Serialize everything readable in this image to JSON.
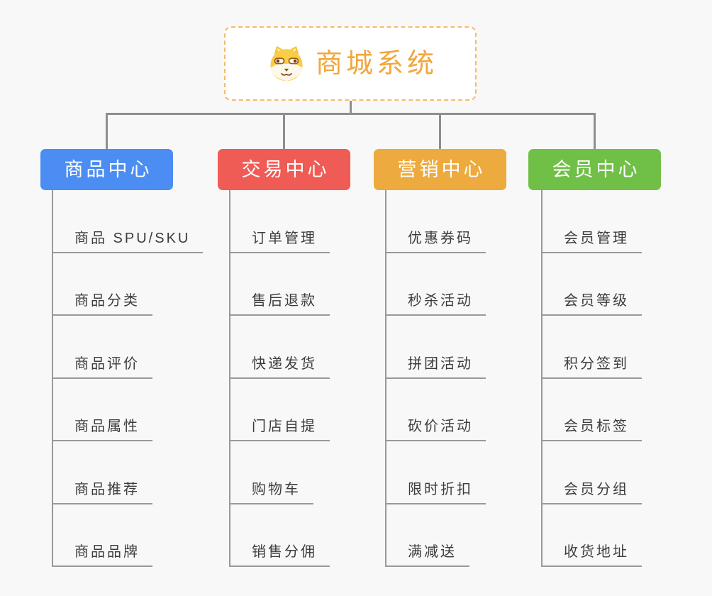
{
  "root": {
    "title": "商城系统",
    "icon": "dog-face-icon"
  },
  "branches": [
    {
      "label": "商品中心",
      "color": "#4b8df2",
      "items": [
        "商品 SPU/SKU",
        "商品分类",
        "商品评价",
        "商品属性",
        "商品推荐",
        "商品品牌"
      ]
    },
    {
      "label": "交易中心",
      "color": "#ef5b55",
      "items": [
        "订单管理",
        "售后退款",
        "快递发货",
        "门店自提",
        "购物车",
        "销售分佣"
      ]
    },
    {
      "label": "营销中心",
      "color": "#edaa3e",
      "items": [
        "优惠券码",
        "秒杀活动",
        "拼团活动",
        "砍价活动",
        "限时折扣",
        "满减送"
      ]
    },
    {
      "label": "会员中心",
      "color": "#70bf47",
      "items": [
        "会员管理",
        "会员等级",
        "积分签到",
        "会员标签",
        "会员分组",
        "收货地址"
      ]
    }
  ],
  "colors": {
    "background": "#f8f8f8",
    "connector": "#8e8e8e",
    "item_line": "#999999",
    "item_text": "#3c3c3c",
    "root_border": "#f3bc6d",
    "root_title": "#f0a73c"
  }
}
